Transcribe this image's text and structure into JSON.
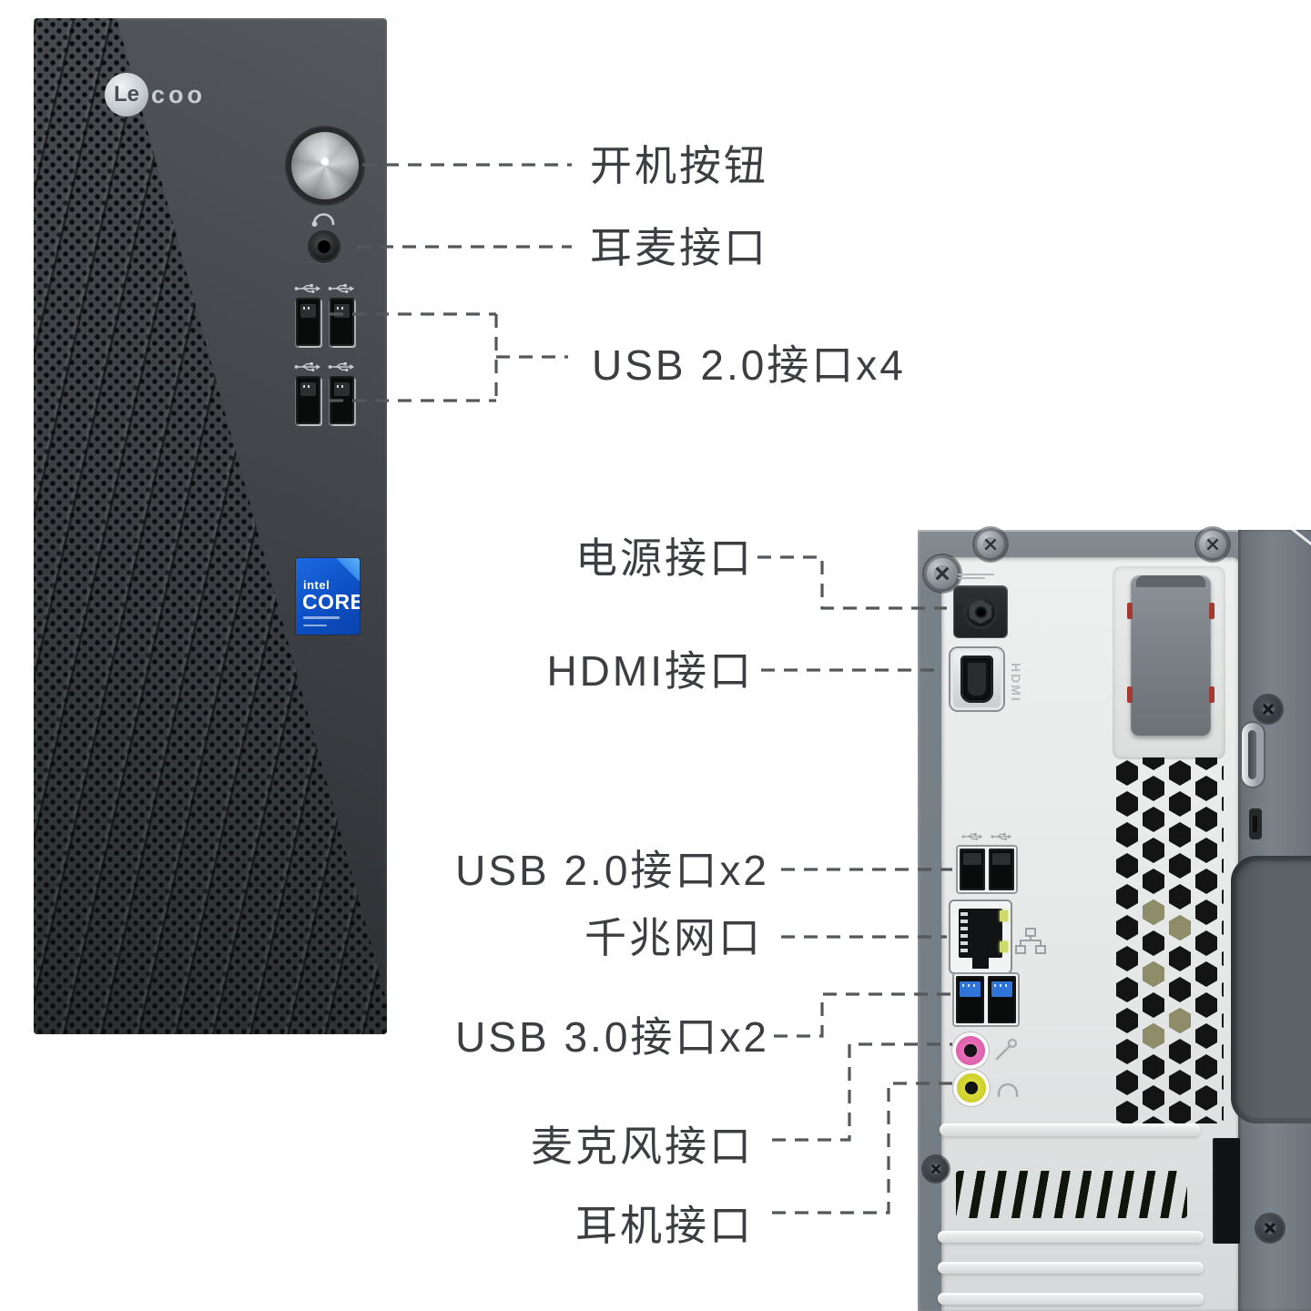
{
  "product_diagram": {
    "branding": {
      "logo_circle": "Le",
      "logo_rest": "coo",
      "cpu_badge_brand": "intel",
      "cpu_badge_line": "CORE"
    },
    "front_callouts": [
      {
        "id": "power-button",
        "label": "开机按钮"
      },
      {
        "id": "headset-jack",
        "label": "耳麦接口"
      },
      {
        "id": "front-usb",
        "label": "USB 2.0接口x4"
      }
    ],
    "rear_callouts": [
      {
        "id": "power-port",
        "label": "电源接口"
      },
      {
        "id": "hdmi-port",
        "label": "HDMI接口"
      },
      {
        "id": "rear-usb2",
        "label": "USB 2.0接口x2"
      },
      {
        "id": "lan-port",
        "label": "千兆网口"
      },
      {
        "id": "rear-usb3",
        "label": "USB 3.0接口x2"
      },
      {
        "id": "mic-jack",
        "label": "麦克风接口"
      },
      {
        "id": "headphone-jack",
        "label": "耳机接口"
      }
    ],
    "engravings": {
      "hdmi_port_text": "HDMI"
    },
    "icons": {
      "headset_icon": "headphone-arc",
      "usb_icon": "usb-trident",
      "mic_icon": "microphone",
      "headphone_icon": "headphone-arc",
      "network_icon": "lan-nodes",
      "power_led": "center-dot"
    },
    "colors": {
      "tower_body": "#3c3f43",
      "panel_frame": "#7b838a",
      "panel_face": "#e9ebeb",
      "usb3_blue": "#2f74d8",
      "mic_jack_pink": "#e868b8",
      "headphone_jack_yellow": "#d6d92c",
      "cpu_badge_blue": "#0d4fc4",
      "label_text": "#3c3e41",
      "callout_dash": "#55585b"
    }
  }
}
